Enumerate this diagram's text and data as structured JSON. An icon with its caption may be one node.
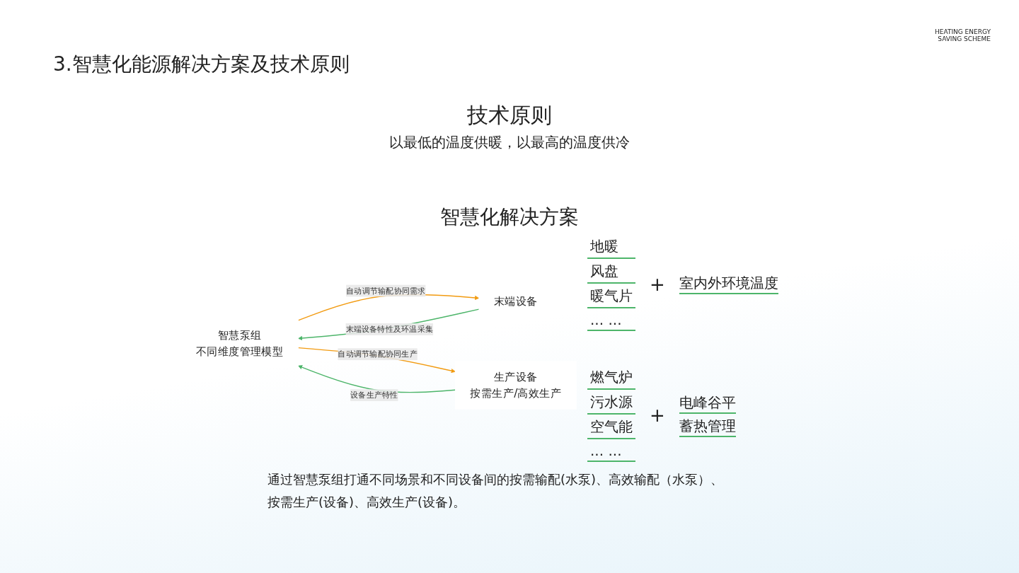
{
  "diagram": {
    "title": "3.智慧化能源解决方案及技术原则",
    "caption": "通过智慧泵组打通不同场景和不同设备间的按需输配(水泵)、高效输配（水泵）、按需生产(设备)、高效生产(设备)。",
    "nodes": [
      {
        "text": [
          "智慧泵组",
          "不同维度管理模型"
        ]
      },
      {
        "text": [
          "末端设备"
        ]
      },
      {
        "text": [
          "生产设备",
          "按需生产/高效生产"
        ]
      }
    ],
    "edges": [
      {
        "from": 0,
        "to": 1,
        "arrow": "to",
        "label": "自动调节输配协同需求",
        "color": "#f29b11"
      },
      {
        "from": 1,
        "to": 0,
        "arrow": "to",
        "label": "末端设备特性及环温采集",
        "color": "#4db56a"
      },
      {
        "from": 2,
        "to": 0,
        "arrow": "to",
        "label": "设备生产特性",
        "color": "#4db56a"
      },
      {
        "from": 0,
        "to": 2,
        "arrow": "to",
        "label": "自动调节输配协同生产",
        "color": "#f29b11"
      }
    ],
    "labels": [
      "HEATING ENERGY SAVING SCHEME",
      "技术原则",
      "以最低的温度供暖，以最高的温度供冷",
      "智慧化解决方案",
      "地暖",
      "风盘",
      "暖气片",
      "... ...",
      "+",
      "室内外环境温度",
      "燃气炉",
      "污水源",
      "空气能",
      "... ...",
      "+",
      "电峰谷平",
      "蓄热管理"
    ]
  }
}
